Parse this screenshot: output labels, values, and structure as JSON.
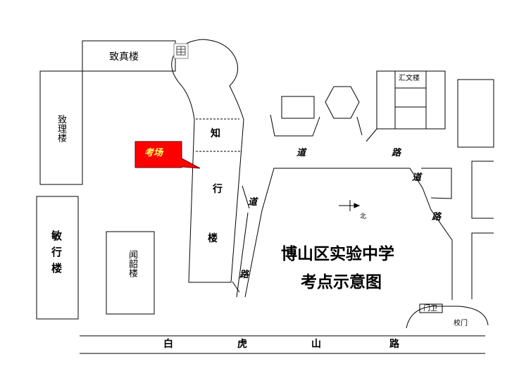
{
  "map": {
    "title_line1": "博山区实验中学",
    "title_line2": "考点示意图",
    "buildings": {
      "zhizhen": "致真楼",
      "zhili": "致理楼",
      "minxing": "敏行楼",
      "wenshao": "闻韶楼",
      "huiwen": "汇文楼",
      "zhixing_1": "知",
      "zhixing_2": "行",
      "zhixing_3": "楼"
    },
    "callout": {
      "text": "考场",
      "fill": "#ff0000",
      "text_color": "#ffff66"
    },
    "roads": {
      "dao_1": "道",
      "lu_1": "路",
      "dao_2": "道",
      "lu_2": "路",
      "dao_3": "道",
      "lu_3": "路",
      "bottom_1": "白",
      "bottom_2": "虎",
      "bottom_3": "山",
      "bottom_4": "路"
    },
    "north_label": "北",
    "gate_guard": "门卫",
    "school_gate": "校门",
    "icon": "image-placeholder-icon"
  }
}
